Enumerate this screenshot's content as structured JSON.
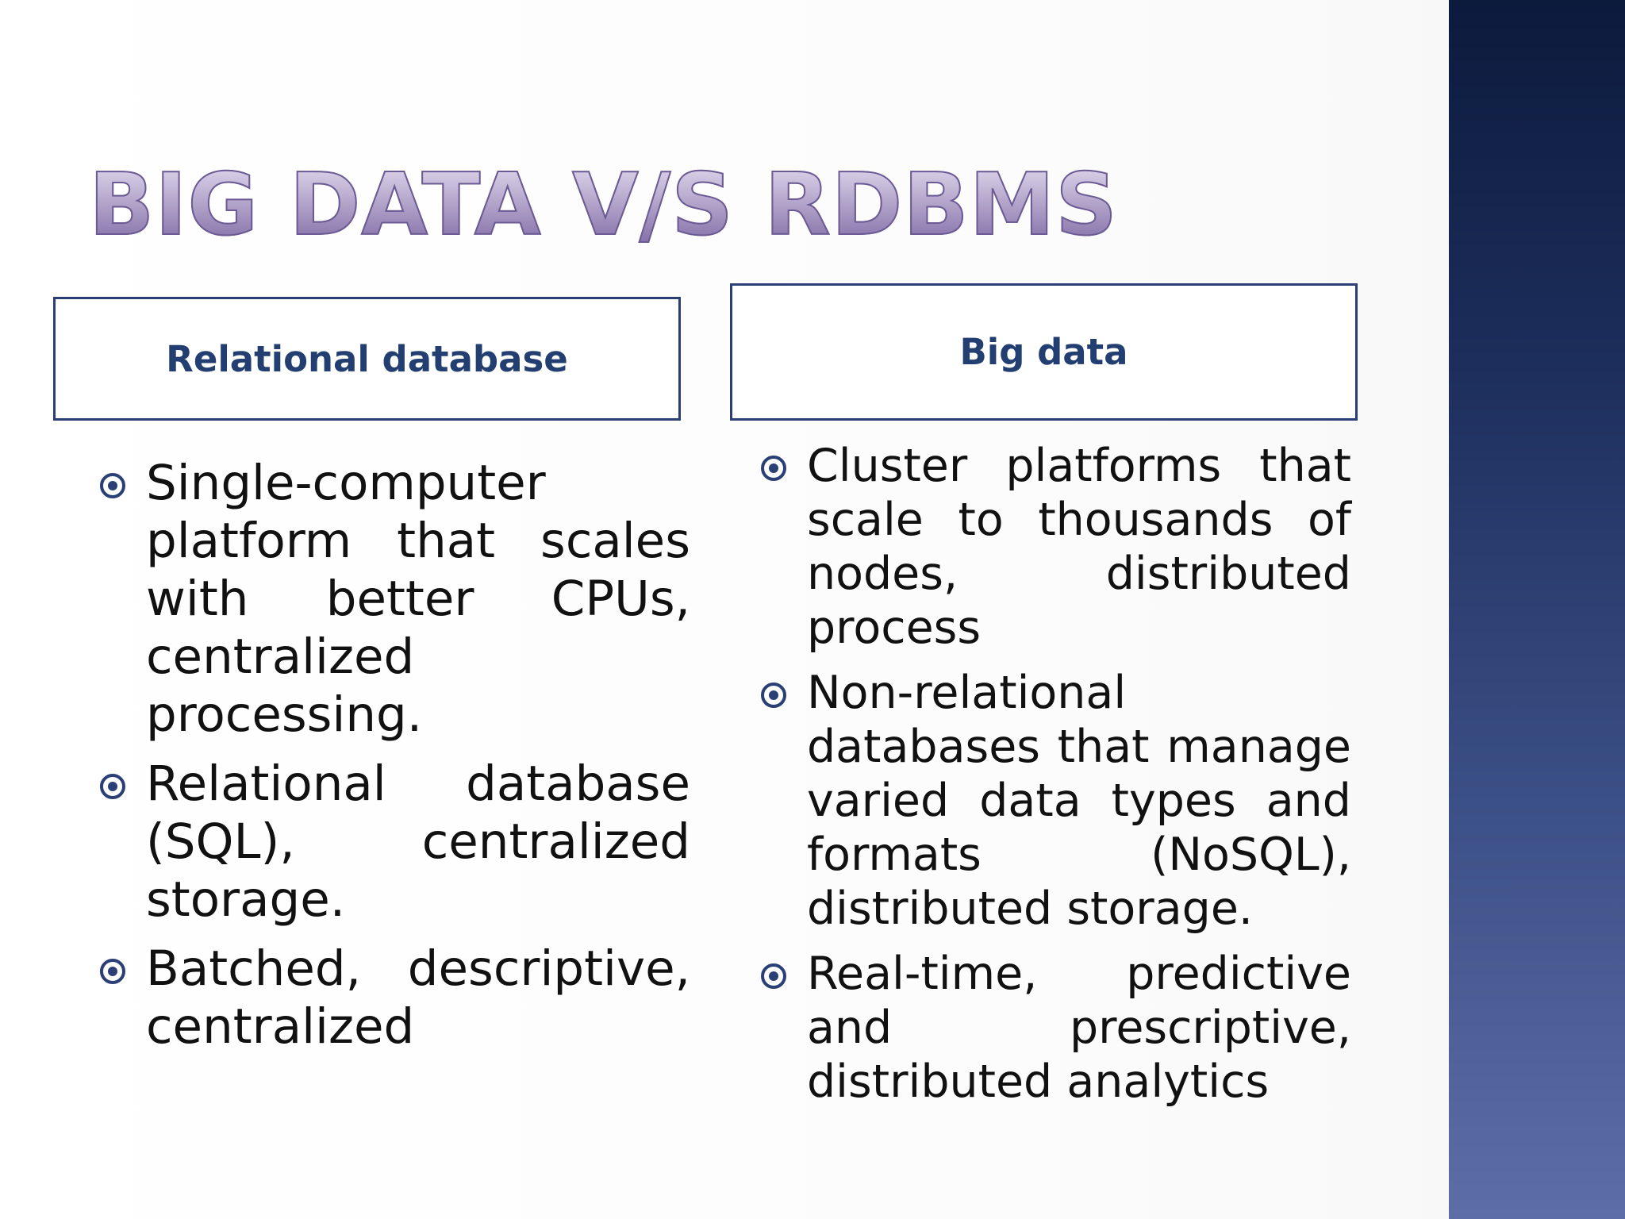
{
  "slide": {
    "title": "BIG DATA V/S RDBMS",
    "columns": [
      {
        "header": "Relational database",
        "bullets": [
          "Single-computer platform that scales with better CPUs, centralized processing.",
          "Relational database (SQL), centralized storage.",
          "Batched, descriptive, centralized"
        ]
      },
      {
        "header": "Big data",
        "bullets": [
          "Cluster platforms that scale to thousands of nodes, distributed process",
          "Non-relational databases that manage varied data types and formats (NoSQL), distributed storage.",
          "Real-time, predictive and prescriptive, distributed analytics"
        ]
      }
    ]
  },
  "colors": {
    "accent": "#2a3f75",
    "title_fill": "#b6a8cc",
    "band_top": "#0c1a3c",
    "band_bottom": "#5c6ea6"
  },
  "icons": {
    "bullet": "circled-dot-icon"
  }
}
